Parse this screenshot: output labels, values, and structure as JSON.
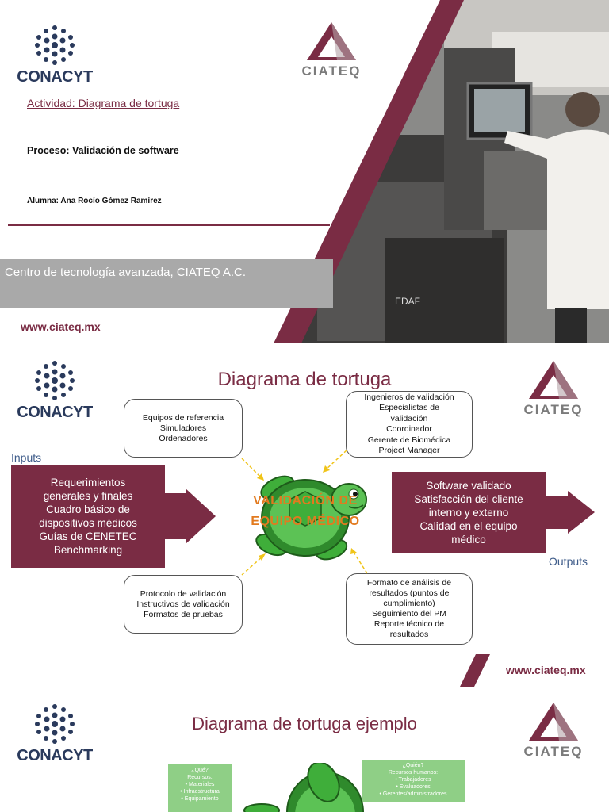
{
  "slide1": {
    "activity": "Actividad: Diagrama de tortuga",
    "process": "Proceso: Validación de software",
    "student": "Alumna: Ana Rocío Gómez Ramírez",
    "band": "Centro de tecnología avanzada, CIATEQ A.C.",
    "url": "www.ciateq.mx",
    "machine_label": "EDAF"
  },
  "logos": {
    "conacyt": "CONACYT",
    "ciateq": "CIATEQ"
  },
  "slide2": {
    "title": "Diagrama de tortuga",
    "inputs_label": "Inputs",
    "outputs_label": "Outputs",
    "box_top_left": [
      "Equipos de referencia",
      "Simuladores",
      "Ordenadores"
    ],
    "box_top_right": [
      "Ingenieros de validación",
      "Especialistas de",
      "validación",
      "Coordinador",
      "Gerente de Biomédica",
      "Project Manager"
    ],
    "box_bottom_left": [
      "Protocolo de validación",
      "Instructivos de validación",
      "Formatos de pruebas"
    ],
    "box_bottom_right": [
      "Formato de análisis de",
      "resultados (puntos de",
      "cumplimiento)",
      "Seguimiento del PM",
      "Reporte técnico de",
      "resultados"
    ],
    "inputs": [
      "Requerimientos",
      "generales y finales",
      "Cuadro básico de",
      "dispositivos médicos",
      "Guías de CENETEC",
      "Benchmarking"
    ],
    "outputs": [
      "Software validado",
      "Satisfacción del cliente",
      "interno y externo",
      "Calidad en el equipo",
      "médico"
    ],
    "turtle_text_1": "VALIDACIÓN DE",
    "turtle_text_2": "EQUIPO MÉDICO",
    "url": "www.ciateq.mx"
  },
  "slide3": {
    "title": "Diagrama de tortuga ejemplo",
    "que_title": "¿Qué?",
    "que_sub": "Recursos:",
    "que_items": [
      "Materiales",
      "Infraestructura",
      "Equipamiento"
    ],
    "quien_title": "¿Quién?",
    "quien_sub": "Recursos humanos:",
    "quien_items": [
      "Trabajadores",
      "Evaluadores",
      "Gerentes/administradores"
    ]
  },
  "colors": {
    "maroon": "#7a2c44",
    "grey_band": "#a9a9a9",
    "green_box": "#8fcf86",
    "turtle_green": "#3fae3a",
    "turtle_text": "#e27a1f",
    "inputs_blue": "#3f5c8a"
  }
}
